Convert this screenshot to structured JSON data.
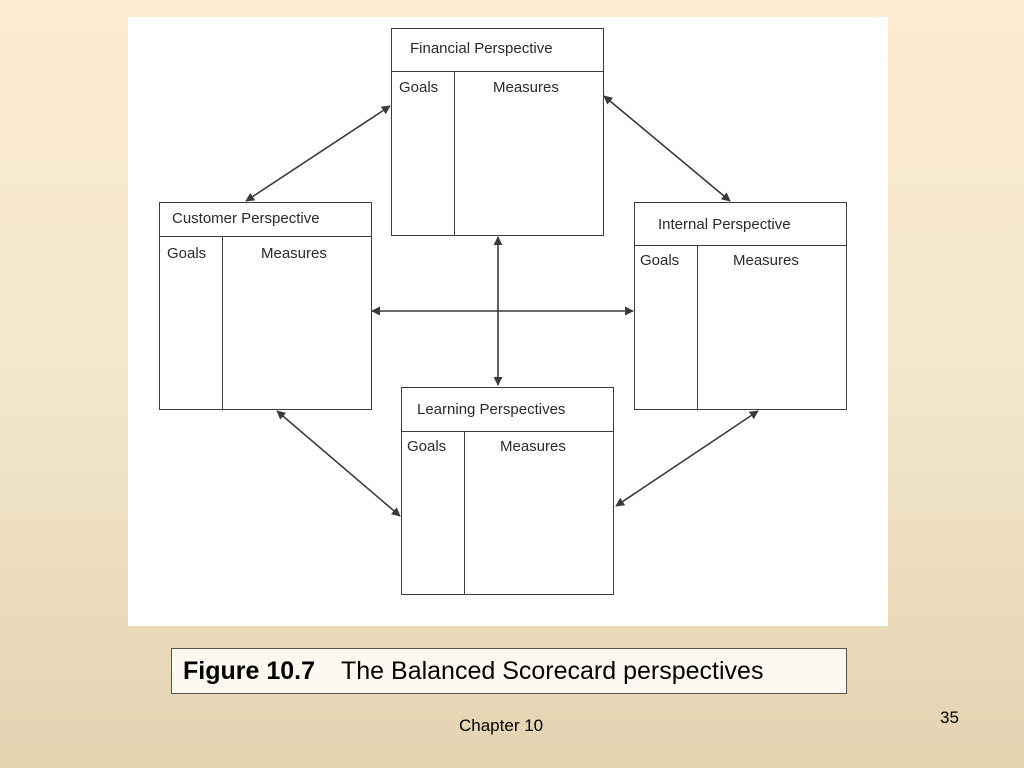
{
  "diagram": {
    "boxes": [
      {
        "id": "financial",
        "title": "Financial Perspective",
        "goals": "Goals",
        "measures": "Measures"
      },
      {
        "id": "customer",
        "title": "Customer Perspective",
        "goals": "Goals",
        "measures": "Measures"
      },
      {
        "id": "internal",
        "title": "Internal Perspective",
        "goals": "Goals",
        "measures": "Measures"
      },
      {
        "id": "learning",
        "title": "Learning Perspectives",
        "goals": "Goals",
        "measures": "Measures"
      }
    ],
    "connections": [
      {
        "from": "financial",
        "to": "customer",
        "arrows": "both"
      },
      {
        "from": "financial",
        "to": "internal",
        "arrows": "both"
      },
      {
        "from": "financial",
        "to": "learning",
        "arrows": "both"
      },
      {
        "from": "customer",
        "to": "internal",
        "arrows": "both"
      },
      {
        "from": "customer",
        "to": "learning",
        "arrows": "both"
      },
      {
        "from": "internal",
        "to": "learning",
        "arrows": "both"
      }
    ]
  },
  "caption": {
    "number": "Figure 10.7",
    "text": "The Balanced Scorecard perspectives"
  },
  "footer": {
    "chapter": "Chapter 10",
    "page_number": "35"
  }
}
